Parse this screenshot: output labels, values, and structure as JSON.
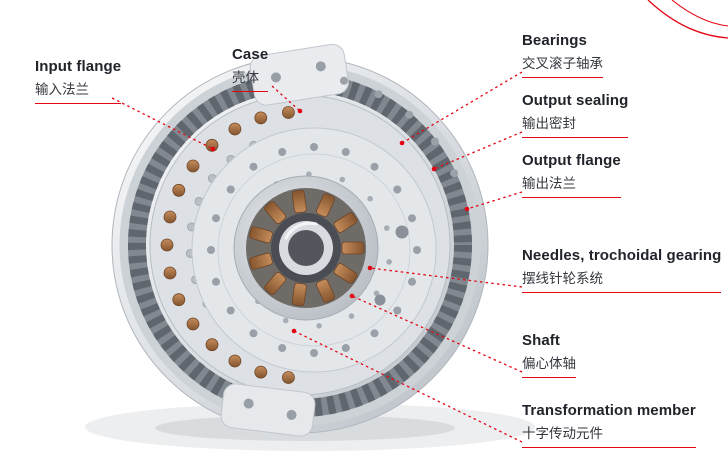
{
  "labels": [
    {
      "id": "input-flange",
      "en": "Input flange",
      "zh": "输入法兰"
    },
    {
      "id": "case",
      "en": "Case",
      "zh": "壳体"
    },
    {
      "id": "bearings",
      "en": "Bearings",
      "zh": "交叉滚子轴承"
    },
    {
      "id": "output-sealing",
      "en": "Output sealing",
      "zh": "输出密封"
    },
    {
      "id": "output-flange",
      "en": "Output flange",
      "zh": "输出法兰"
    },
    {
      "id": "needles-trochoidal-gearing",
      "en": "Needles, trochoidal gearing",
      "zh": "摆线针轮系统"
    },
    {
      "id": "shaft",
      "en": "Shaft",
      "zh": "偏心体轴"
    },
    {
      "id": "transformation-member",
      "en": "Transformation member",
      "zh": "十字传动元件"
    }
  ],
  "colors": {
    "accent": "#e30613",
    "label_text": "#21242b",
    "label_text_secondary": "#34373e"
  }
}
